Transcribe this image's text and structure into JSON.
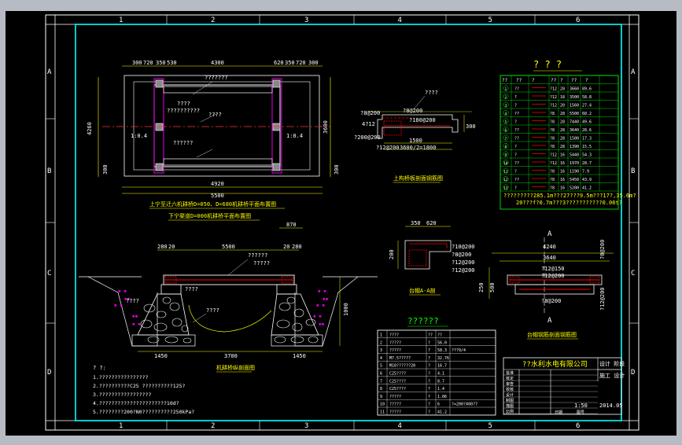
{
  "colors": {
    "background": "#000000",
    "outer_frame": "#ffffff",
    "inner_frame": "#00ffff",
    "dim": "#ffff00",
    "struct": "#ffffff",
    "rebar": "#ff0000",
    "fill_magenta": "#ff00ff",
    "accent_yellow": "#ffff00",
    "table_green": "#00ff00"
  },
  "grid": {
    "columns": [
      "1",
      "2",
      "3",
      "4",
      "5",
      "6"
    ],
    "rows": [
      "A",
      "B",
      "C",
      "D"
    ]
  },
  "plan_view": {
    "top_dims": [
      "300",
      "720",
      "350",
      "530",
      "4300",
      "620",
      "350",
      "720",
      "300"
    ],
    "bottom_dims": [
      "4920",
      "5500"
    ],
    "left_dims": [
      "4260",
      "300"
    ],
    "right_dims": [
      "3600",
      "300"
    ],
    "slope_left": "1:0.4",
    "slope_right": "1:0.4",
    "labels": [
      "???????",
      "????",
      "??????????",
      "????",
      "??????"
    ],
    "title_1": "上宁至迁六机耕桥D=050、D=680机耕桥平面布置图",
    "title_2": "下宁渠道D=000机耕桥平面布置图"
  },
  "upper_section": {
    "dims": [
      "?8@200",
      "?8@200",
      "4?12",
      "?180@200",
      "?200@200",
      "1500",
      "3600/2=1800",
      "?12@200",
      "300"
    ],
    "label": "????",
    "title": "上构桥板剖面钢筋图"
  },
  "elevation_view": {
    "top_dims": [
      "870",
      "280",
      "20",
      "5500",
      "20",
      "280"
    ],
    "bottom_dims": [
      "1450",
      "3700",
      "1450"
    ],
    "right_dims": [
      "1000"
    ],
    "labels": [
      "??????",
      "?????",
      "????",
      "????",
      "????"
    ],
    "title": "机耕桥纵剖面图"
  },
  "aa_section": {
    "dims": [
      "350",
      "620",
      "200",
      "?10@200",
      "?8@200",
      "?12@200",
      "?12@200"
    ],
    "title": "台帽A-A剖"
  },
  "cap_section": {
    "mark_a": "A",
    "dims": [
      "4240",
      "3640",
      "?12@150",
      "?12@200",
      "?8@200",
      "250",
      "?8@200",
      "500",
      "?12@200"
    ],
    "title": "台帽钢筋剖面钢筋图"
  },
  "rebar_table": {
    "title": "? ? ?",
    "headers": [
      "??",
      "??",
      "?",
      "??",
      "?",
      "??",
      "?"
    ],
    "rows": [
      [
        "1",
        "??",
        "?12",
        "28",
        "3660",
        "89.6"
      ],
      [
        "2",
        "?",
        "?12",
        "18",
        "3500",
        "58.8"
      ],
      [
        "3",
        "?",
        "?12",
        "20",
        "1560",
        "27.4"
      ],
      [
        "4",
        "??",
        "?8",
        "28",
        "5500",
        "60.2"
      ],
      [
        "5",
        "?",
        "?8",
        "28",
        "7440",
        "49.6"
      ],
      [
        "6",
        "??",
        "?8",
        "28",
        "3640",
        "28.6"
      ],
      [
        "7",
        "??",
        "?8",
        "28",
        "1500",
        "17.3"
      ],
      [
        "8",
        "?",
        "?8",
        "28",
        "1390",
        "15.5"
      ],
      [
        "9",
        "?",
        "?12",
        "16",
        "5440",
        "54.3"
      ],
      [
        "10",
        "??",
        "?12",
        "16",
        "1970",
        "28.7"
      ],
      [
        "11",
        "?",
        "?8",
        "16",
        "1190",
        "7.9"
      ],
      [
        "12",
        "??",
        "?8",
        "16",
        "5450",
        "43.9"
      ],
      [
        "13",
        "?",
        "?8",
        "16",
        "5200",
        "41.2"
      ]
    ],
    "note_1": "?????????285.1m???27???9.5m???17?,35.6m?",
    "note_2": "20???f?0.7m???3???????????0.06t?"
  },
  "quantity_table": {
    "title": "??????",
    "headers": [
      "?",
      "??",
      "?",
      "??",
      "?"
    ],
    "rows": [
      [
        "1",
        "????",
        "??",
        "??",
        ""
      ],
      [
        "2",
        "?????",
        "?",
        "56.0",
        ""
      ],
      [
        "3",
        "?????",
        "?",
        "58.3",
        "???9/4"
      ],
      [
        "4",
        "M7.5?????",
        "?",
        "32.76",
        ""
      ],
      [
        "5",
        "M10??????20",
        "?",
        "16.7",
        ""
      ],
      [
        "6",
        "C25????",
        "?",
        "4.1",
        ""
      ],
      [
        "7",
        "C25????",
        "?",
        "8.7",
        ""
      ],
      [
        "8",
        "C25????",
        "?",
        "1.4",
        ""
      ],
      [
        "9",
        "?????",
        "?",
        "1.06",
        ""
      ],
      [
        "10",
        "?????",
        "?",
        "6",
        "?=200?400?7"
      ],
      [
        "11",
        "?????",
        "?",
        "41.2",
        ""
      ]
    ]
  },
  "notes": {
    "title": "? ?:",
    "items": [
      "1.????????????????",
      "2.??????????C25         ??????????125?",
      "3.?????????????????",
      "4.??????????????????????10d?",
      "5.????????200?N0??????????250kPa?"
    ]
  },
  "title_block": {
    "company": "??水利水电有限公司",
    "cells": [
      "批准",
      "核定",
      "审查",
      "校核",
      "设计",
      "制图",
      "描图",
      "比例",
      "日期",
      "图号"
    ],
    "scale": "1:50",
    "date": "2014.05",
    "side_a": "设计 阶段",
    "side_b": "施工 设计"
  }
}
